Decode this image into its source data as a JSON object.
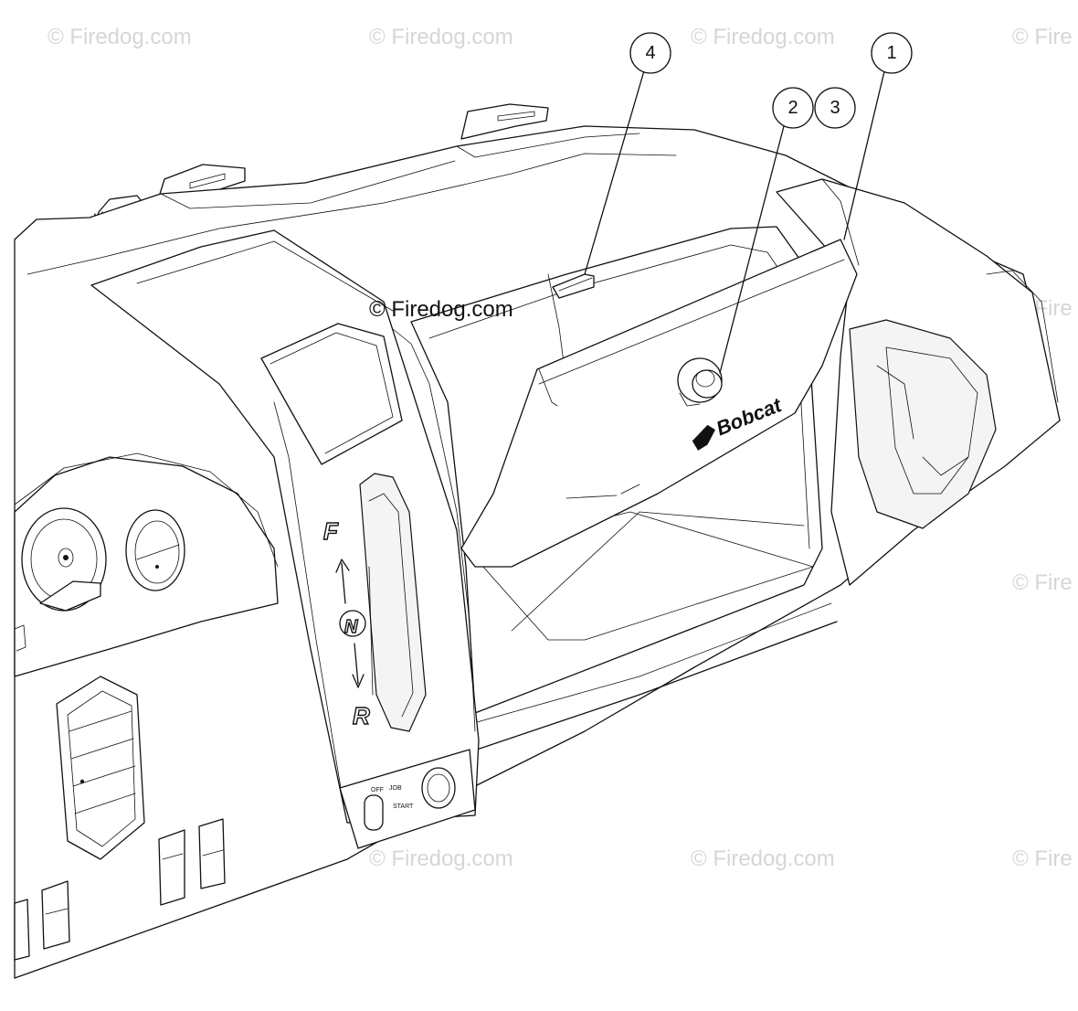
{
  "watermark": "© Firedog.com",
  "watermark_partial": "© Fire",
  "center_watermark": "© Firedog.com",
  "callouts": [
    {
      "id": "callout-1",
      "label": "1"
    },
    {
      "id": "callout-2",
      "label": "2"
    },
    {
      "id": "callout-3",
      "label": "3"
    },
    {
      "id": "callout-4",
      "label": "4"
    }
  ],
  "gear_labels": {
    "forward": "F",
    "neutral": "N",
    "reverse": "R"
  },
  "switch_labels": {
    "off": "OFF",
    "job": "JOB",
    "start": "START"
  },
  "brand_logo": "Bobcat"
}
